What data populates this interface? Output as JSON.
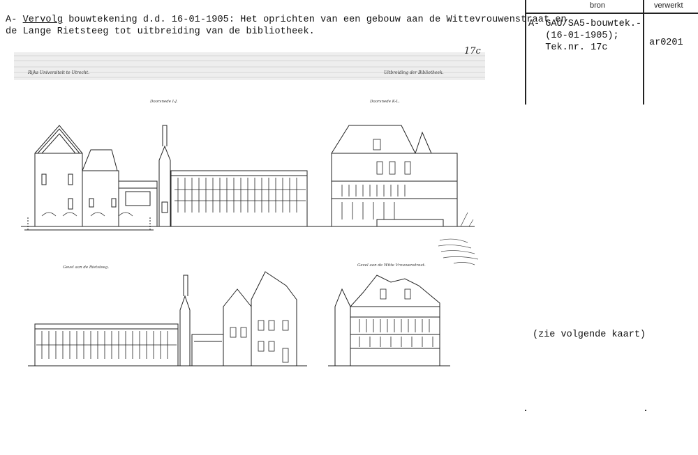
{
  "header": {
    "col_bron": "bron",
    "col_verwerkt": "verwerkt"
  },
  "entry": {
    "prefix": "A-",
    "underlined_word": "Vervolg",
    "line1_rest": " bouwtekening d.d. 16-01-1905: Het oprichten van een gebouw aan de Wittevrouwenstraat en",
    "line2": "de Lange Rietsteeg tot uitbreiding van de bibliotheek."
  },
  "bron": {
    "line1": "A- GAU/SA5-bouwtek.-",
    "line2": "   (16-01-1905);",
    "line3": "   Tek.nr. 17c"
  },
  "verwerkt": {
    "code": "ar0201"
  },
  "note": "(zie volgende kaart)",
  "drawing": {
    "sheet_number": "17c",
    "title_left": "Rijks Universiteit te Utrecht.",
    "title_right": "Uitbreiding der Bibliotheek.",
    "label_section_1": "Doorsnede I-J.",
    "label_section_2": "Doorsnede K-L.",
    "label_elev_1": "Gevel aan de Rietsteeg.",
    "label_elev_2": "Gevel aan de Witte Vrouwenstraat."
  }
}
